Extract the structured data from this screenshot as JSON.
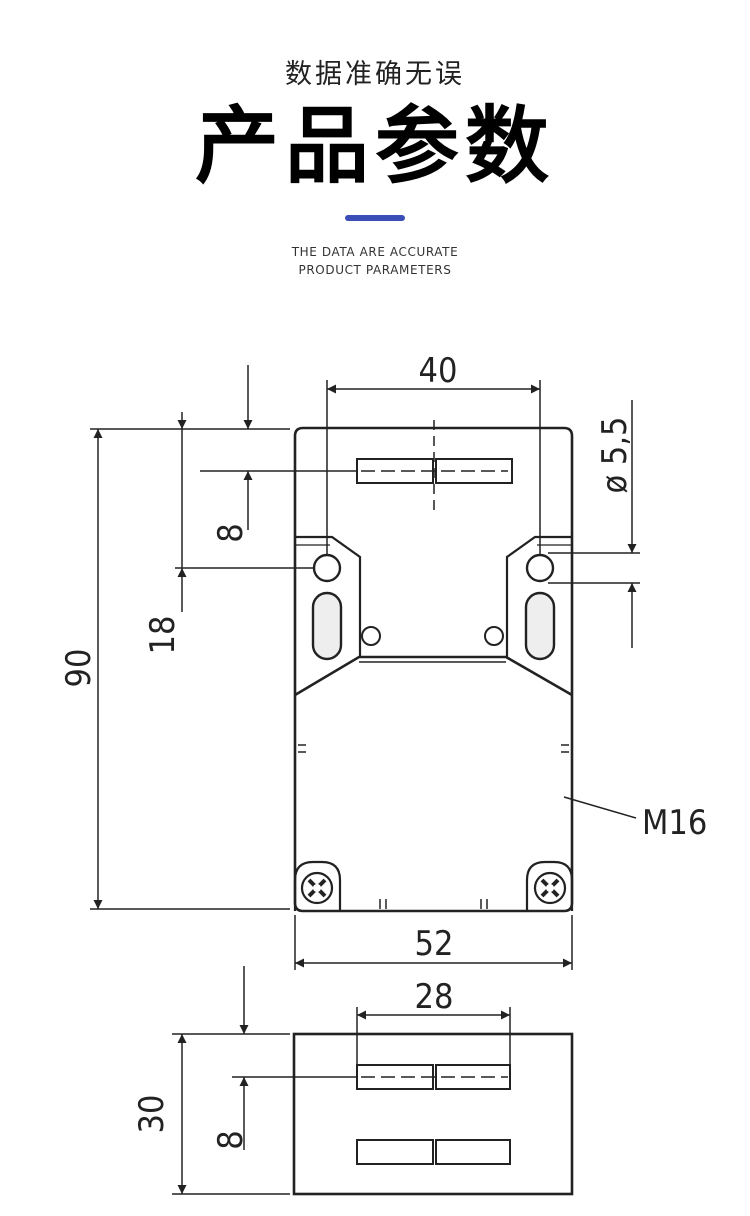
{
  "header": {
    "subtitle_cn": "数据准确无误",
    "title_cn": "产品参数",
    "accent_color": "#3b4db7",
    "subtitle_en_line1": "THE DATA ARE ACCURATE",
    "subtitle_en_line2": "PRODUCT PARAMETERS"
  },
  "drawing": {
    "front_view": {
      "dim_top_width": "40",
      "dim_hole": "ø 5,5",
      "dim_left_small": "8",
      "dim_left_mid": "18",
      "dim_height": "90",
      "dim_bottom_width": "52",
      "thread_label": "M16"
    },
    "side_view": {
      "dim_width": "28",
      "dim_height": "30",
      "dim_offset": "8"
    }
  }
}
